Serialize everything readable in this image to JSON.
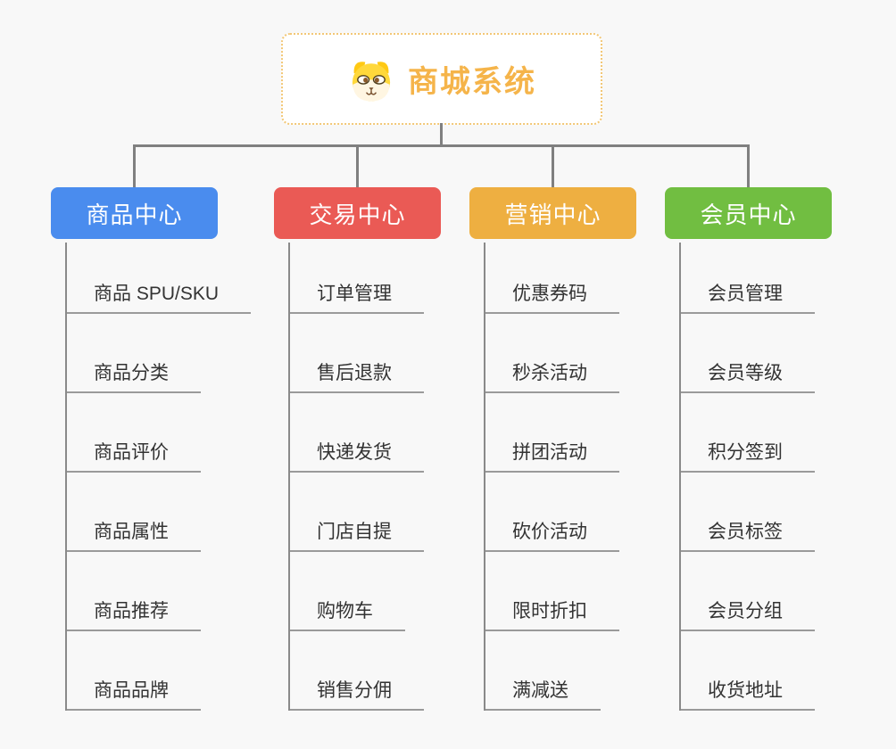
{
  "root": {
    "title": "商城系统",
    "icon": "dog-icon"
  },
  "branches": [
    {
      "label": "商品中心",
      "color": "#4a8cee",
      "children": [
        "商品 SPU/SKU",
        "商品分类",
        "商品评价",
        "商品属性",
        "商品推荐",
        "商品品牌"
      ]
    },
    {
      "label": "交易中心",
      "color": "#ea5a55",
      "children": [
        "订单管理",
        "售后退款",
        "快递发货",
        "门店自提",
        "购物车",
        "销售分佣"
      ]
    },
    {
      "label": "营销中心",
      "color": "#eeaf41",
      "children": [
        "优惠券码",
        "秒杀活动",
        "拼团活动",
        "砍价活动",
        "限时折扣",
        "满减送"
      ]
    },
    {
      "label": "会员中心",
      "color": "#71be41",
      "children": [
        "会员管理",
        "会员等级",
        "积分签到",
        "会员标签",
        "会员分组",
        "收货地址"
      ]
    }
  ],
  "colors": {
    "background": "#f8f8f8",
    "connector": "#808080",
    "leaf_underline": "#9a9a9a",
    "leaf_text": "#333333",
    "root_title": "#f5b44a",
    "root_border": "#f2c776",
    "branch_product": "#4a8cee",
    "branch_trade": "#ea5a55",
    "branch_marketing": "#eeaf41",
    "branch_member": "#71be41"
  }
}
